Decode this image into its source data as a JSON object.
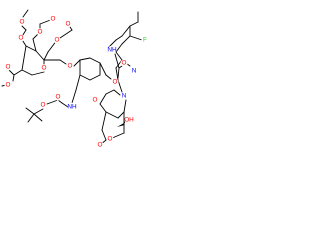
{
  "colors": {
    "bond": "#000000",
    "carbon": "#000000",
    "oxygen": "#ff0000",
    "nitrogen": "#0000ff",
    "fluorine": "#33cc33",
    "background": "#ffffff"
  },
  "atom_labels": {
    "o_ac1": "O",
    "o_ac1_link": "O",
    "o_ac2": "O",
    "o_ac2_link": "O",
    "o_ac3": "O",
    "o_ac3_link": "O",
    "o_ring": "O",
    "o_ester": "O",
    "o_ester_link": "O",
    "o_glyco": "O",
    "o_boc_carbonyl": "O",
    "o_boc_link": "O",
    "nh_boc": "NH",
    "o_benzyl": "O",
    "o_carbamate_carbonyl": "O",
    "nh_carbamate": "NH",
    "n_quinoline": "N",
    "f_atom": "F",
    "n_pyridone": "N",
    "o_pyridone": "O",
    "oh_label": "OH",
    "o_lactone_carbonyl": "O",
    "o_lactone_ring": "O"
  }
}
